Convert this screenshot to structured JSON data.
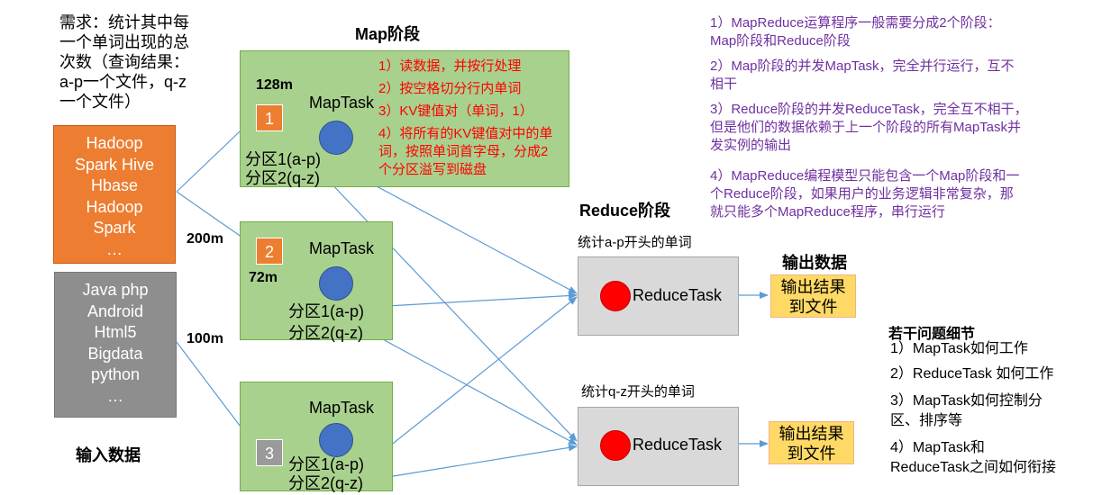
{
  "requirement": {
    "lines": [
      "需求：统计其中每",
      "一个单词出现的总",
      "次数（查询结果：",
      "a-p一个文件，q-z",
      "一个文件）"
    ]
  },
  "input": {
    "label": "输入数据",
    "file1_lines": [
      "Hadoop",
      "Spark Hive",
      "Hbase",
      "Hadoop",
      "Spark",
      "…"
    ],
    "file2_lines": [
      "Java php",
      "Android",
      "Html5",
      "Bigdata",
      "python",
      "…"
    ],
    "split_sizes": [
      "128m",
      "200m",
      "72m",
      "100m"
    ]
  },
  "map": {
    "title": "Map阶段",
    "task_label": "MapTask",
    "split_ids": [
      "1",
      "2",
      "3"
    ],
    "partition1": "分区1(a-p)",
    "partition2": "分区2(q-z)",
    "steps": [
      "1）读数据，并按行处理",
      "2）按空格切分行内单词",
      "3）KV键值对（单词，1）",
      "4）将所有的KV键值对中的单",
      "词，按照单词首字母，分成2",
      "个分区溢写到磁盘"
    ]
  },
  "reduce": {
    "title": "Reduce阶段",
    "task_label": "ReduceTask",
    "group1_caption": "统计a-p开头的单词",
    "group2_caption": "统计q-z开头的单词"
  },
  "output": {
    "title": "输出数据",
    "result_lines": [
      "输出结果",
      "到文件"
    ]
  },
  "notes": {
    "lines": [
      "1）MapReduce运算程序一般需要分成2个阶段：",
      "Map阶段和Reduce阶段",
      "2）Map阶段的并发MapTask，完全并行运行，互不",
      "相干",
      "3）Reduce阶段的并发ReduceTask，完全互不相干，",
      "但是他们的数据依赖于上一个阶段的所有MapTask并",
      "发实例的输出",
      "4）MapReduce编程模型只能包含一个Map阶段和一",
      "个Reduce阶段，如果用户的业务逻辑非常复杂，那",
      "就只能多个MapReduce程序，串行运行"
    ]
  },
  "questions": {
    "title": "若干问题细节",
    "items": [
      "1）MapTask如何工作",
      "2）ReduceTask 如何工作",
      "3）MapTask如何控制分",
      "区、排序等",
      "4）MapTask和",
      "ReduceTask之间如何衔接"
    ]
  },
  "colors": {
    "orange": "#ED7D31",
    "green": "#A9D18E",
    "blue_circle": "#4472C4",
    "red_circle": "#FF0000",
    "yellow": "#FFD966",
    "purple_text": "#7030A0",
    "arrow": "#5B9BD5"
  }
}
